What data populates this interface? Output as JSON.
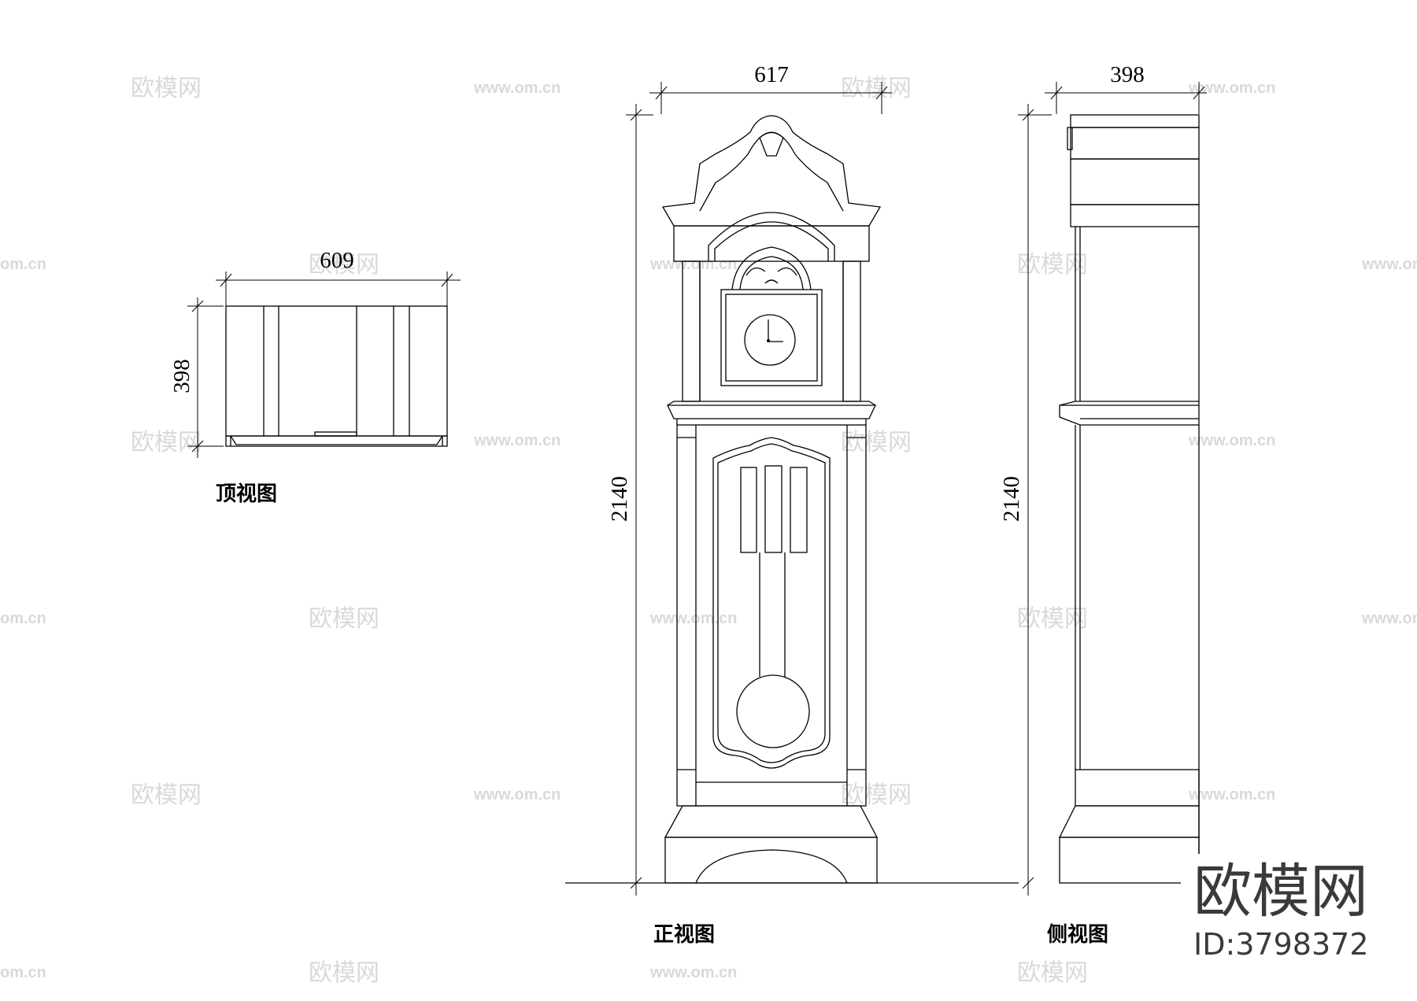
{
  "views": {
    "top": {
      "caption": "顶视图",
      "width_label": "609",
      "depth_label": "398"
    },
    "front": {
      "caption": "正视图",
      "width_label": "617",
      "height_label": "2140"
    },
    "side": {
      "caption": "侧视图",
      "depth_label": "398",
      "height_label": "2140"
    }
  },
  "watermark": {
    "logo_text": "欧模网",
    "url_text": "www.om.cn",
    "url_fragment": "om.cn"
  },
  "brand": {
    "name": "欧模网",
    "id_label": "ID:3798372"
  },
  "colors": {
    "line": "#000000",
    "watermark": "#d9d9d9",
    "brand": "#3a3a3a",
    "background": "#ffffff"
  }
}
